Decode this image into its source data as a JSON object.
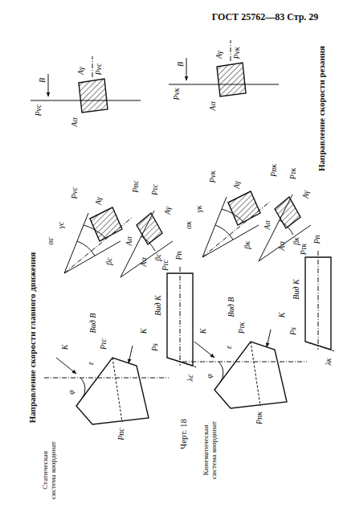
{
  "diagram": {
    "labels": [
      "ГОСТ 25762—83 Стр. 29",
      "Направление скорости главного движения",
      "Направление скорости резания",
      "Черт. 18",
      "Статическая система координат",
      "Кинематическая система координат",
      "В",
      "Pvc",
      "Aγ",
      "Pvc",
      "Aα",
      "Pvc",
      "Aγ",
      "αc",
      "γc",
      "βc",
      "Aα",
      "Pnc",
      "Pτc",
      "Aγ",
      "Aα",
      "βc",
      "Вид В",
      "K",
      "Pτc",
      "ε",
      "φ",
      "Pnc",
      "K",
      "Ps",
      "Вид К",
      "Pτc",
      "Pn",
      "λc",
      "В",
      "Pvк",
      "Aγ",
      "Pvк",
      "Aα",
      "Pvк",
      "Aγ",
      "αк",
      "γк",
      "βк",
      "Aα",
      "Pnк",
      "Pτк",
      "Aγ",
      "Aα",
      "βк",
      "Вид В",
      "K",
      "Pτк",
      "ε",
      "φ",
      "Pnк",
      "K",
      "Ps",
      "Вид К",
      "Pτк",
      "Pn",
      "λк"
    ]
  }
}
